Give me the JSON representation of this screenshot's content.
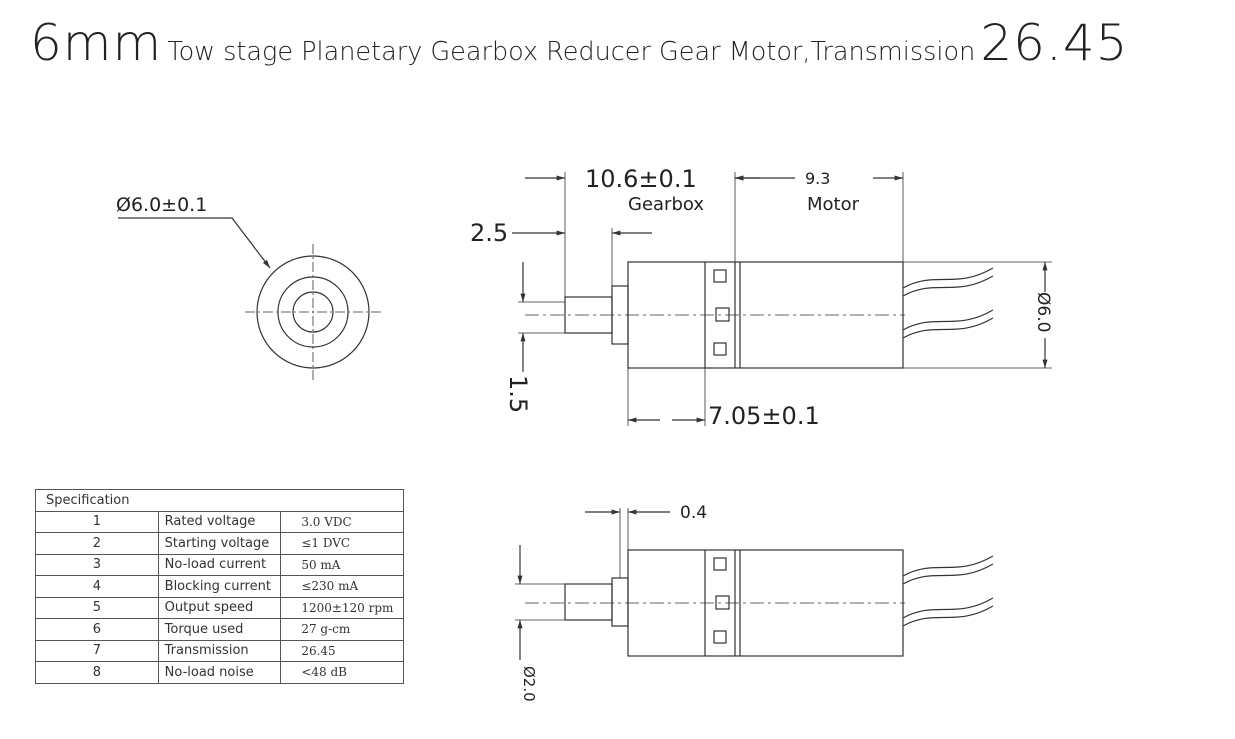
{
  "title": {
    "size": "6mm",
    "description": "Tow stage Planetary Gearbox Reducer Gear Motor,Transmission",
    "ratio": "26.45"
  },
  "dimensions": {
    "front_diameter": "Ø6.0±0.1",
    "gearbox_length": "10.6±0.1",
    "gearbox_label": "Gearbox",
    "motor_length": "9.3",
    "motor_label": "Motor",
    "shaft_length": "2.5",
    "flat_height": "1.5",
    "body_diameter": "Ø6.0",
    "gear_body_length": "7.05±0.1",
    "collar_thickness": "0.4",
    "shaft_diameter": "Ø2.0"
  },
  "specification": {
    "header": "Specification",
    "rows": [
      {
        "no": "1",
        "name": "Rated voltage",
        "value": "3.0  VDC"
      },
      {
        "no": "2",
        "name": "Starting voltage",
        "value": "≤1  DVC"
      },
      {
        "no": "3",
        "name": "No-load current",
        "value": "50  mA"
      },
      {
        "no": "4",
        "name": "Blocking current",
        "value": "≤230 mA"
      },
      {
        "no": "5",
        "name": "Output speed",
        "value": "1200±120 rpm"
      },
      {
        "no": "6",
        "name": "Torque used",
        "value": "27 g-cm"
      },
      {
        "no": "7",
        "name": "Transmission",
        "value": "26.45"
      },
      {
        "no": "8",
        "name": "No-load noise",
        "value": "<48  dB"
      }
    ]
  }
}
